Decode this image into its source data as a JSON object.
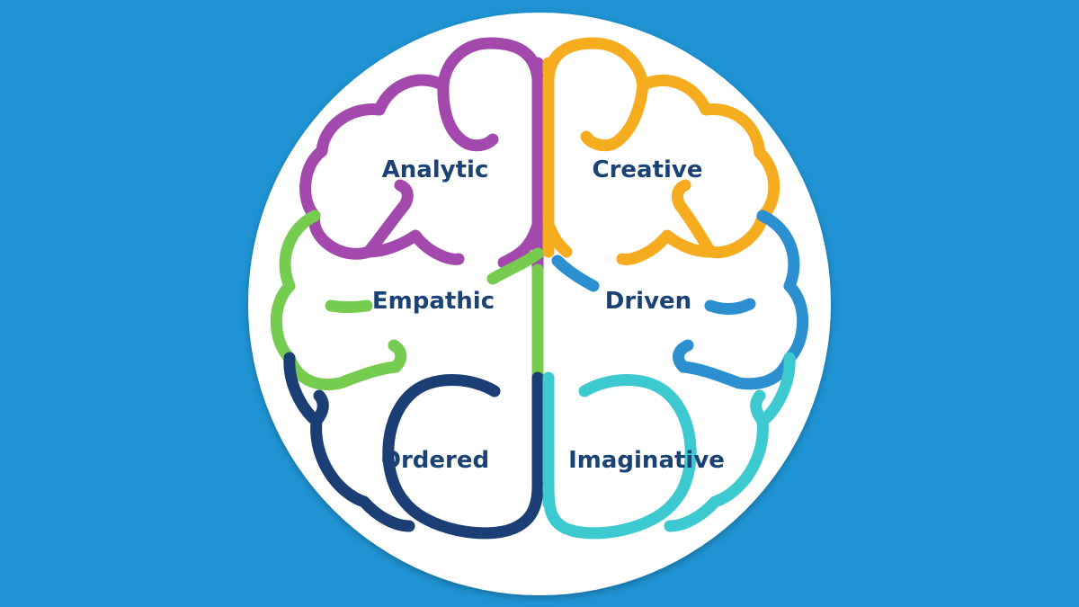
{
  "colors": {
    "background": "#1f93d3",
    "disc": "#ffffff",
    "text": "#1a4275",
    "analytic": "#a349ad",
    "creative": "#f5ac1e",
    "empathic": "#75cc4e",
    "driven": "#2c8fcf",
    "ordered": "#1b3f75",
    "imaginative": "#3dc9d0"
  },
  "lobes": {
    "analytic": {
      "label": "Analytic",
      "color": "#a349ad"
    },
    "creative": {
      "label": "Creative",
      "color": "#f5ac1e"
    },
    "empathic": {
      "label": "Empathic",
      "color": "#75cc4e"
    },
    "driven": {
      "label": "Driven",
      "color": "#2c8fcf"
    },
    "ordered": {
      "label": "Ordered",
      "color": "#1b3f75"
    },
    "imaginative": {
      "label": "Imaginative",
      "color": "#3dc9d0"
    }
  }
}
